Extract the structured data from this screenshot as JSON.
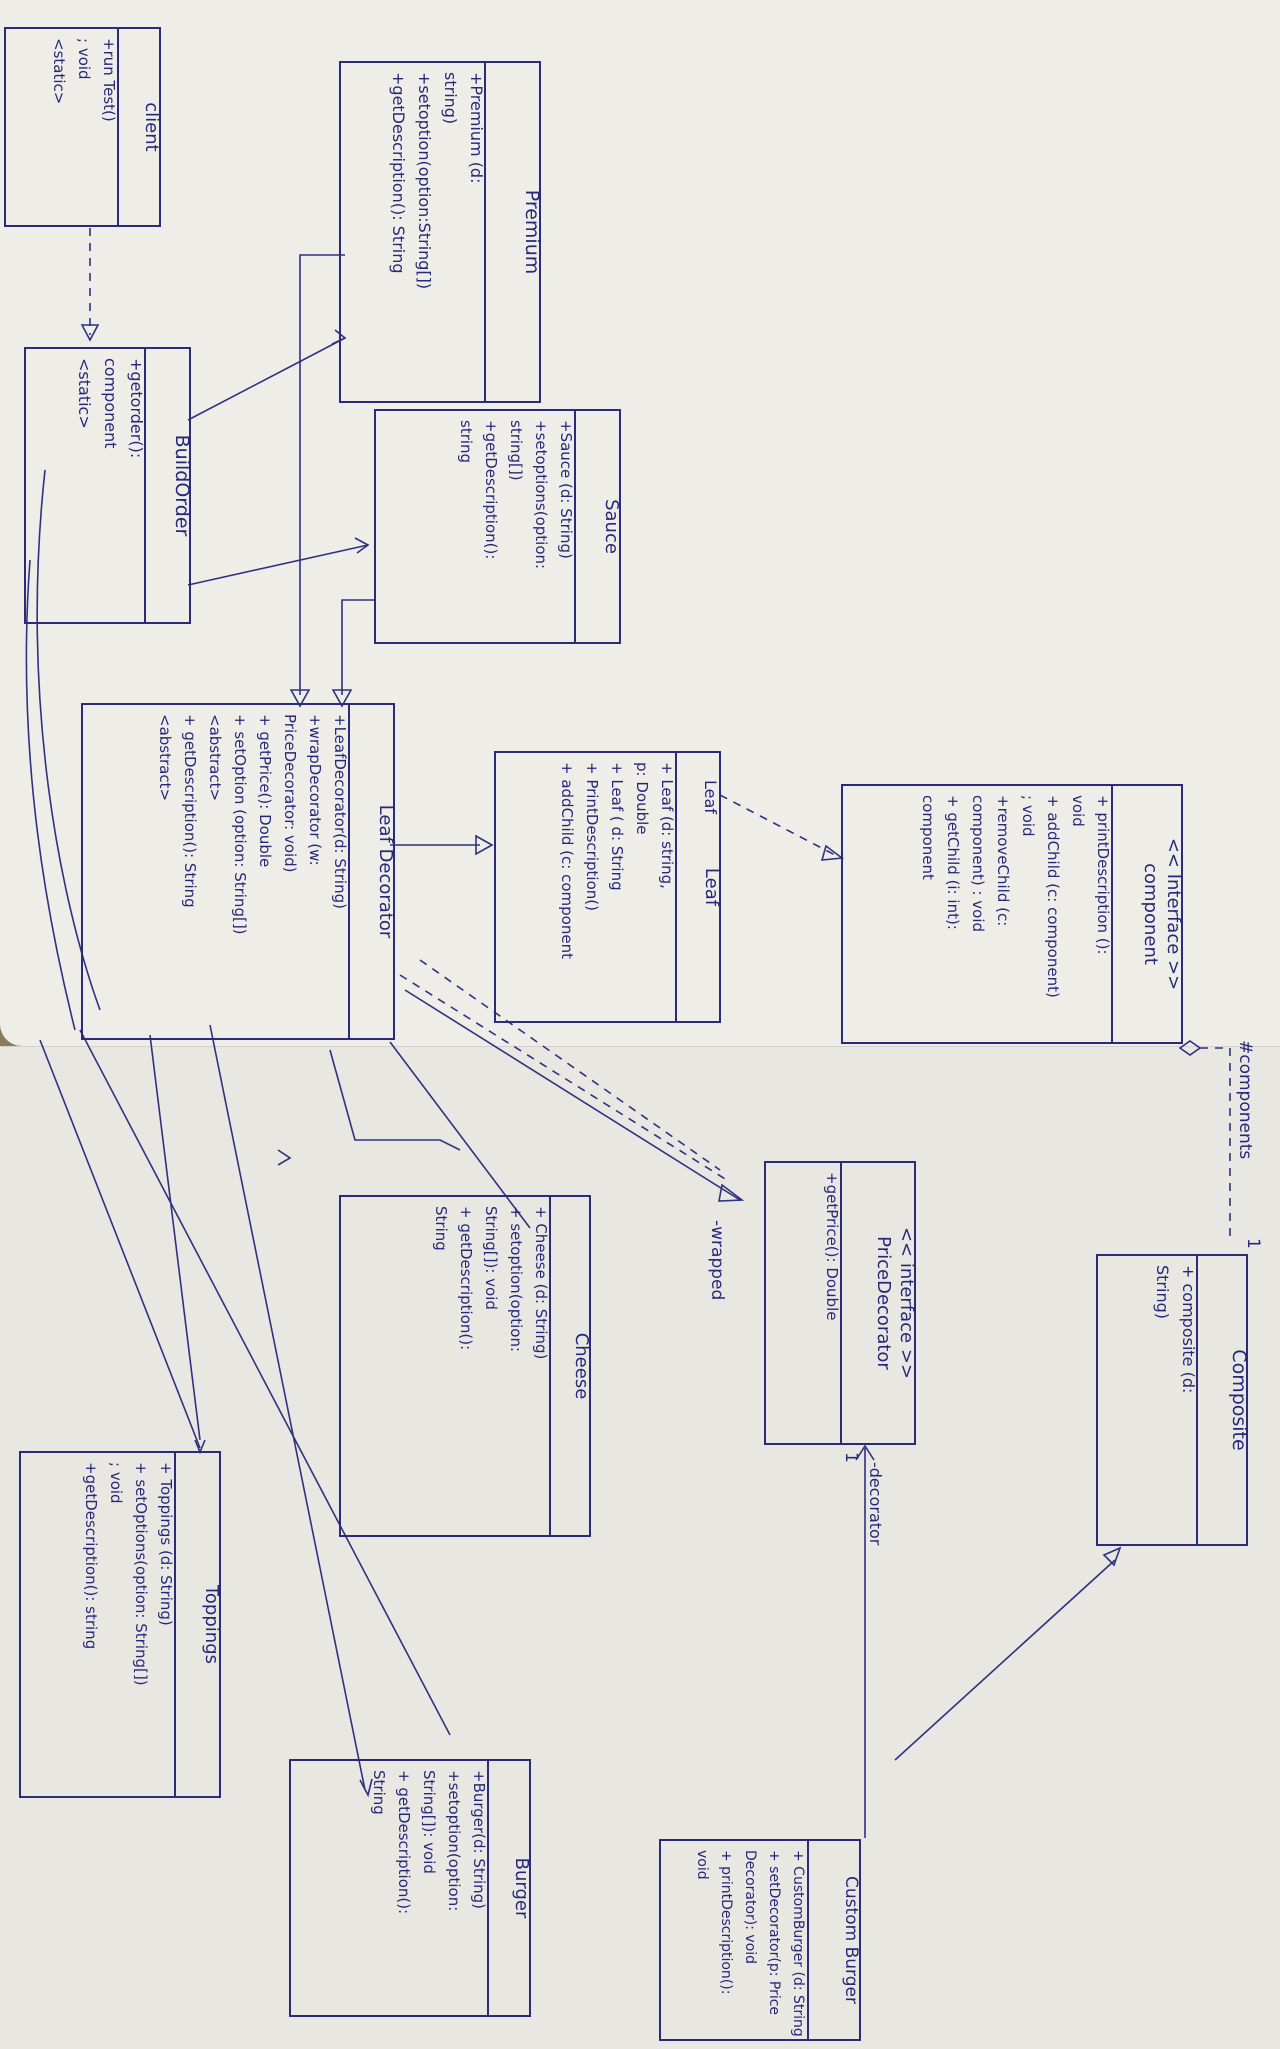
{
  "diagram": {
    "classes": [
      {
        "id": "client",
        "name": "client",
        "members": [
          "+run Test()",
          "; void",
          "<static>"
        ]
      },
      {
        "id": "premium",
        "name": "Premium",
        "members": [
          "+Premium (d:",
          "string)",
          "+setoption(option:String[])",
          "+getDescription(): String"
        ]
      },
      {
        "id": "buildorder",
        "name": "BuildOrder",
        "members": [
          "+getorder():",
          "component",
          "<static>"
        ]
      },
      {
        "id": "sauce",
        "name": "Sauce",
        "members": [
          "+Sauce (d: String)",
          "+setoptions(option:",
          "string[])",
          "+getDescription():",
          "string"
        ]
      },
      {
        "id": "leafdecorator",
        "name": "Leaf Decorator",
        "members": [
          "+LeafDecorator(d: String)",
          "+wrapDecorator (w:",
          "PriceDecorator: void)",
          "+ getPrice(): Double",
          "+ setOption (option: String[])",
          "<abstract>",
          "+ getDescription(): String",
          "<abstract>"
        ]
      },
      {
        "id": "leaf",
        "name": "Leaf",
        "members": [
          "+ Leaf (d: string,",
          "p: Double",
          "+ Leaf ( d: String",
          "+ PrintDescription()",
          "+ addChild (c: component"
        ]
      },
      {
        "id": "component",
        "name": "component",
        "stereotype": "<< Interface >>",
        "members": [
          "+ printDescription ():",
          "void",
          "+ addChild (c: component)",
          "; void",
          "+removeChild (c:",
          "component) : void",
          "+ getChild (i: int):",
          "component"
        ]
      },
      {
        "id": "pricedecorator",
        "name": "PriceDecorator",
        "stereotype": "<< interface >>",
        "members": [
          "+getPrice(): Double"
        ]
      },
      {
        "id": "composite",
        "name": "Composite",
        "members": [
          "+ composite (d:",
          "String)"
        ]
      },
      {
        "id": "cheese",
        "name": "Cheese",
        "members": [
          "+ Cheese (d: String)",
          "+ setoption(option:",
          "String[]): void",
          "+ getDescription():",
          "String"
        ]
      },
      {
        "id": "toppings",
        "name": "Toppings",
        "members": [
          "+ Toppings (d: String)",
          "+ setOptions(option: String[])",
          "; void",
          "+getDescription(): string"
        ]
      },
      {
        "id": "customburger",
        "name": "Custom Burger",
        "members": [
          "+ CustomBurger (d: String",
          "+ setDecorator(p: Price",
          "Decorator): void",
          "+ printDescription():",
          "void"
        ]
      },
      {
        "id": "burger",
        "name": "Burger",
        "members": [
          "+Burger(d: String)",
          "+setoption(option:",
          "String[]): void",
          "+ getDescription():",
          "String"
        ]
      }
    ],
    "labels": {
      "components": "#components",
      "wrapped": "-wrapped",
      "decorator": "-decorator",
      "mult_one_a": "1",
      "mult_one_b": "1",
      "leaf_note": "Leaf"
    },
    "colors": {
      "ink": "#2a2c78",
      "paper": "#ecebe6",
      "background": "#8a7a5e"
    }
  }
}
